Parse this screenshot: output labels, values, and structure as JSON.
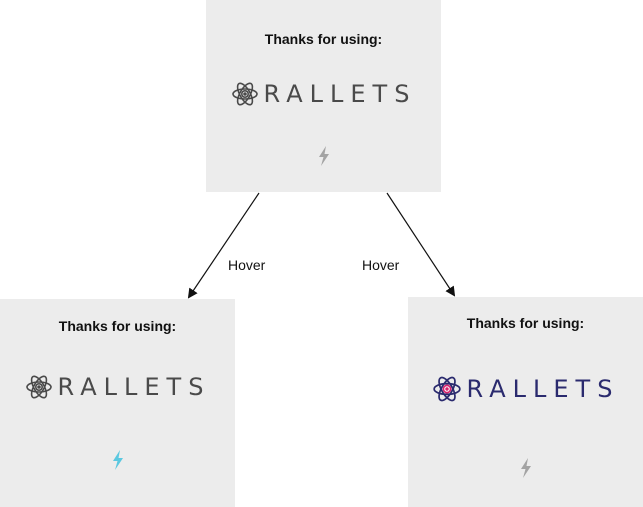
{
  "cards": {
    "top": {
      "title": "Thanks for using:",
      "logo_text": "RALLETS",
      "logo_color": "#4a4a4a",
      "atom_nucleus_color": "#4a4a4a",
      "bolt_color": "#a3a3a3",
      "icon_names": [
        "atom-logo-icon",
        "lightning-bolt-icon"
      ]
    },
    "left": {
      "title": "Thanks for using:",
      "logo_text": "RALLETS",
      "logo_color": "#4a4a4a",
      "atom_nucleus_color": "#4a4a4a",
      "bolt_color": "#5bc8e0"
    },
    "right": {
      "title": "Thanks for using:",
      "logo_text": "RALLETS",
      "logo_color": "#2a2a6e",
      "atom_nucleus_color": "#d8246e",
      "bolt_color": "#a3a3a3"
    }
  },
  "edges": {
    "left_label": "Hover",
    "right_label": "Hover"
  },
  "colors": {
    "card_background": "#ececec",
    "arrow": "#111111"
  }
}
